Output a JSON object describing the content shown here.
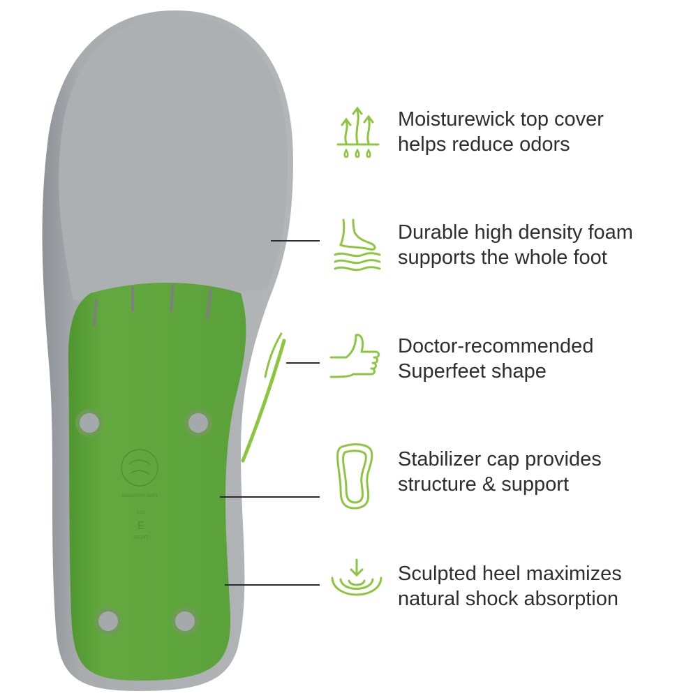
{
  "colors": {
    "accent_green": "#8cc63f",
    "insole_green": "#5ea63b",
    "insole_gray": "#a8abae",
    "text": "#2e2e2e"
  },
  "insole": {
    "brand_site": "superfeet.com",
    "size_label": "SIZE",
    "size": "E",
    "side": "RIGHT"
  },
  "features": [
    {
      "icon": "moisture-wick-icon",
      "line1": "Moisturewick top cover",
      "line2": "helps reduce odors"
    },
    {
      "icon": "foam-foot-icon",
      "line1": "Durable high density foam",
      "line2": "supports the whole foot"
    },
    {
      "icon": "thumbs-up-icon",
      "line1": "Doctor-recommended",
      "line2": "Superfeet shape"
    },
    {
      "icon": "stabilizer-cap-icon",
      "line1": "Stabilizer cap provides",
      "line2": "structure & support"
    },
    {
      "icon": "heel-shock-icon",
      "line1": "Sculpted heel maximizes",
      "line2": "natural shock absorption"
    }
  ]
}
